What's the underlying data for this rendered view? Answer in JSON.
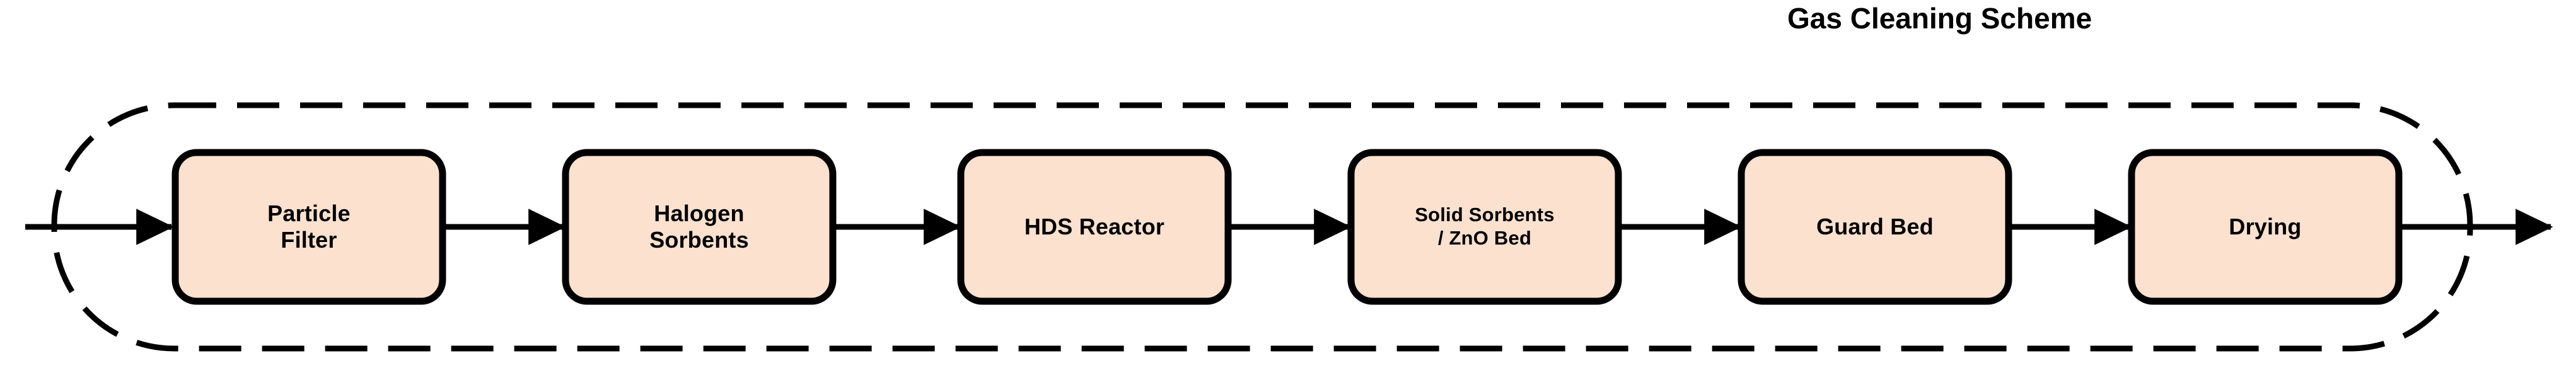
{
  "diagram": {
    "title": "Gas Cleaning Scheme",
    "boundary": {
      "style": "dashed",
      "shape": "rounded-rectangle",
      "stroke_color": "#000000"
    },
    "colors": {
      "box_fill": "#fce1cf",
      "box_stroke": "#000000",
      "arrow": "#000000",
      "text": "#000000",
      "background": "#ffffff"
    },
    "flow_direction": "left-to-right",
    "inlet": {
      "label": "",
      "name": "gas-inlet-arrow"
    },
    "outlet": {
      "label": "",
      "name": "gas-outlet-arrow"
    },
    "steps": [
      {
        "id": "particle-filter",
        "lines": [
          "Particle",
          "Filter"
        ],
        "font_size": 36
      },
      {
        "id": "halogen-sorbents",
        "lines": [
          "Halogen",
          "Sorbents"
        ],
        "font_size": 36
      },
      {
        "id": "hds-reactor",
        "lines": [
          "HDS Reactor"
        ],
        "font_size": 36
      },
      {
        "id": "solid-sorbents",
        "lines": [
          "Solid Sorbents",
          "/ ZnO Bed"
        ],
        "font_size": 31
      },
      {
        "id": "guard-bed",
        "lines": [
          "Guard Bed"
        ],
        "font_size": 36
      },
      {
        "id": "drying",
        "lines": [
          "Drying"
        ],
        "font_size": 36
      }
    ]
  }
}
